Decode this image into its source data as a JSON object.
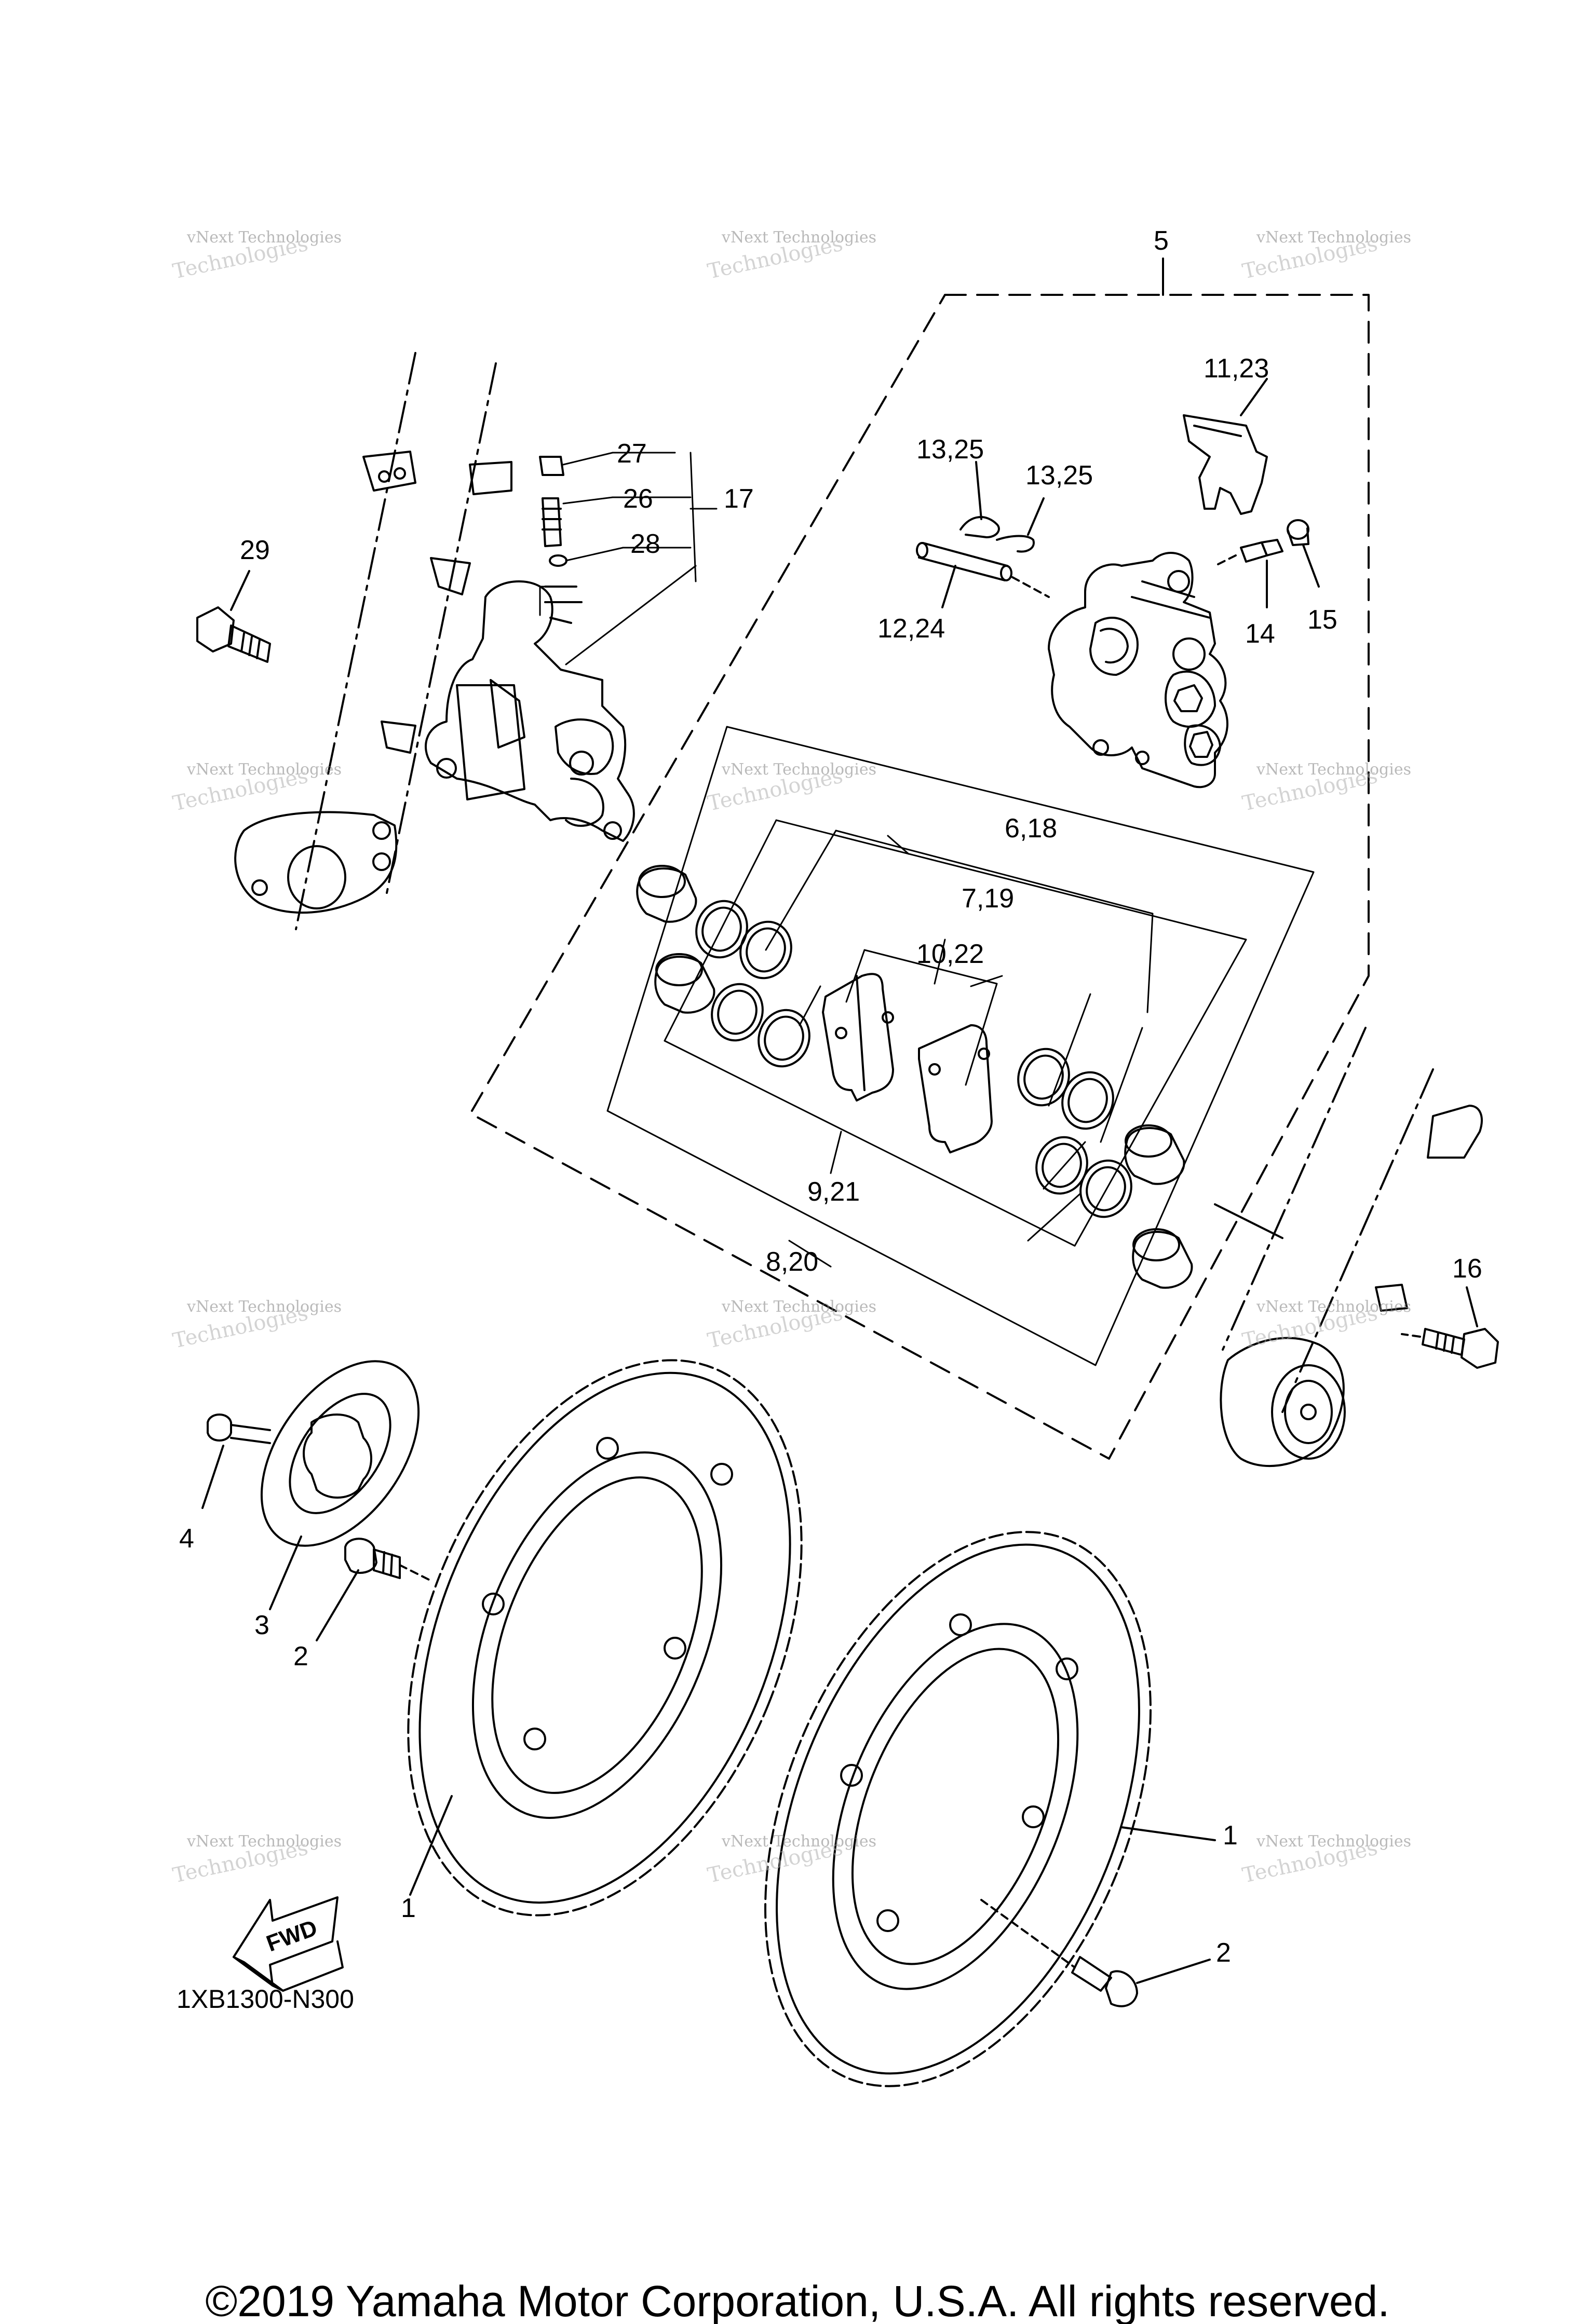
{
  "diagram": {
    "code": "1XB1300-N300",
    "copyright": "©2019 Yamaha Motor Corporation, U.S.A. All rights reserved.",
    "fwd_label": "FWD",
    "watermark_line1": "vNext Technologies",
    "watermark_line2": "Technologies"
  },
  "callouts": {
    "c5": "5",
    "c11_23": "11,23",
    "c27": "27",
    "c26": "26",
    "c17": "17",
    "c28": "28",
    "c13_25a": "13,25",
    "c13_25b": "13,25",
    "c29": "29",
    "c12_24": "12,24",
    "c14": "14",
    "c15": "15",
    "c6_18": "6,18",
    "c7_19": "7,19",
    "c10_22": "10,22",
    "c9_21": "9,21",
    "c8_20": "8,20",
    "c16": "16",
    "c4": "4",
    "c3": "3",
    "c2a": "2",
    "c1a": "1",
    "c1b": "1",
    "c2b": "2"
  },
  "colors": {
    "line": "#000000",
    "watermark": "#808080",
    "background": "#ffffff"
  }
}
